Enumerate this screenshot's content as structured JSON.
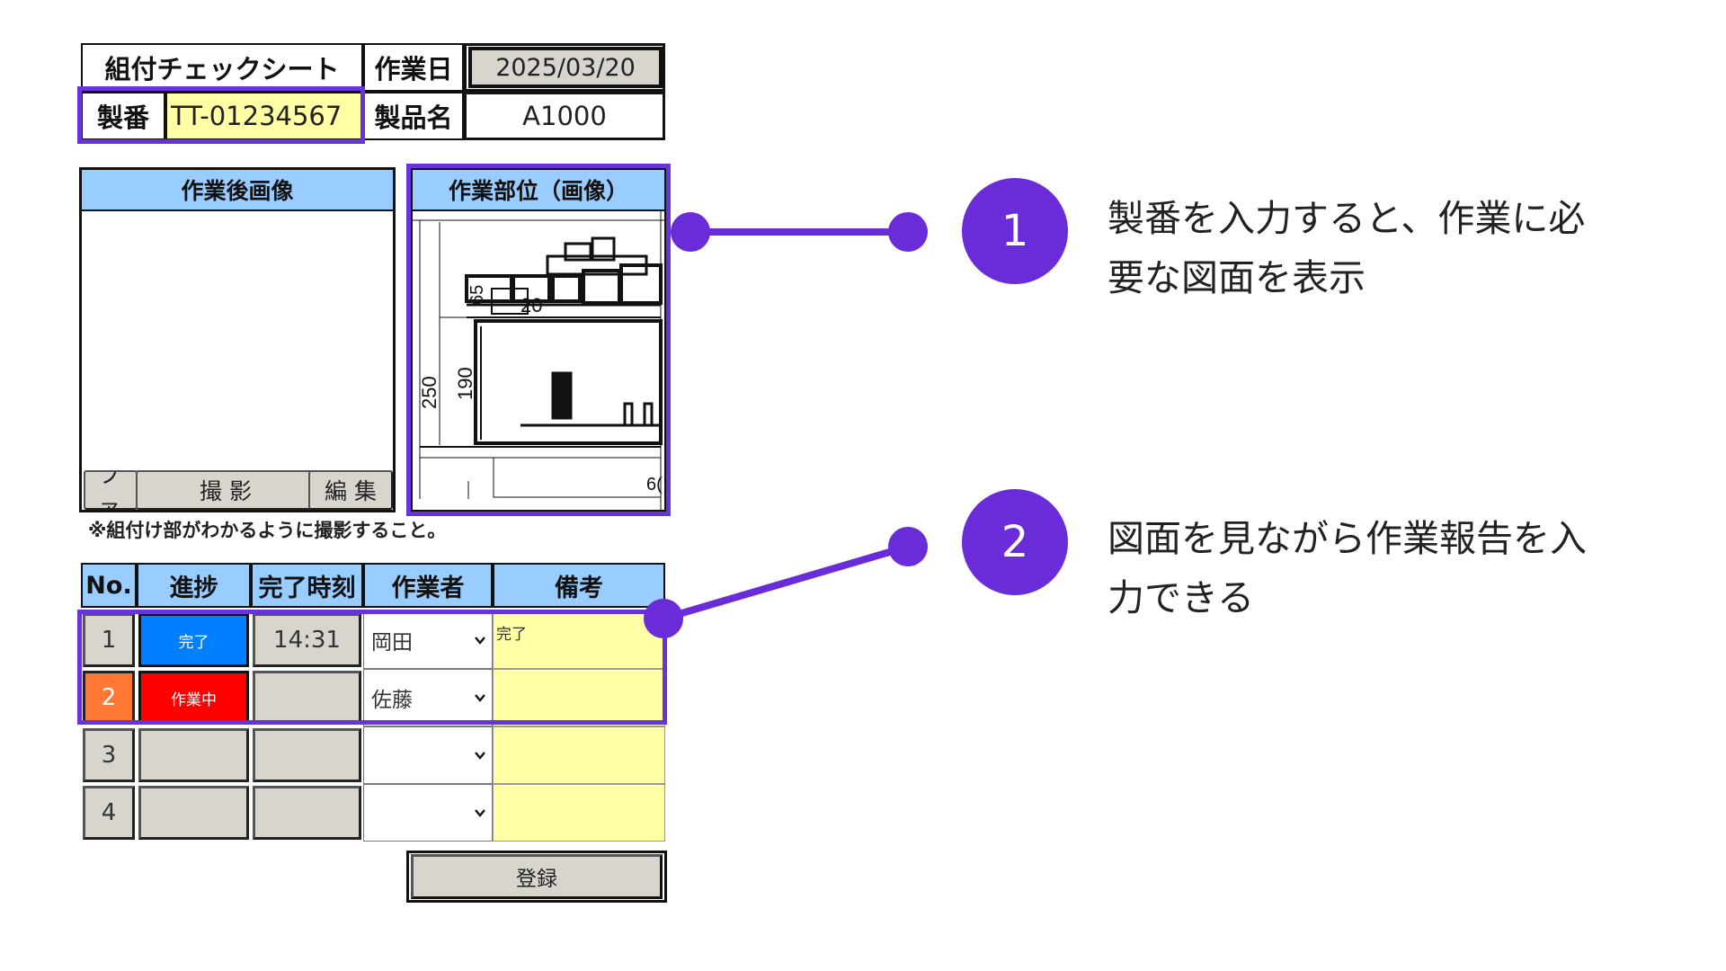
{
  "header": {
    "sheet_title": "組付チェックシート",
    "work_date_label": "作業日",
    "work_date_value": "2025/03/20",
    "serial_label": "製番",
    "serial_value": "TT-01234567",
    "product_label": "製品名",
    "product_value": "A1000"
  },
  "panels": {
    "after_image_title": "作業後画像",
    "file_button_partial": "ファ",
    "capture_button": "撮 影",
    "edit_button": "編 集",
    "work_part_title": "作業部位（画像）",
    "drawing_dims": [
      "65",
      "20",
      "250",
      "190",
      "6("
    ]
  },
  "instruction": "※組付け部がわかるように撮影すること。",
  "grid": {
    "headers": [
      "No.",
      "進捗",
      "完了時刻",
      "作業者",
      "備考"
    ],
    "rows": [
      {
        "no": "1",
        "status": "完了",
        "time": "14:31",
        "worker": "岡田",
        "note": "完了"
      },
      {
        "no": "2",
        "status": "作業中",
        "time": "",
        "worker": "佐藤",
        "note": ""
      },
      {
        "no": "3",
        "status": "",
        "time": "",
        "worker": "",
        "note": ""
      },
      {
        "no": "4",
        "status": "",
        "time": "",
        "worker": "",
        "note": ""
      }
    ]
  },
  "register_button": "登録",
  "callouts": [
    {
      "number": "1",
      "text": "製番を入力すると、作業に必要な図面を表示"
    },
    {
      "number": "2",
      "text": "図面を見ながら作業報告を入力できる"
    }
  ],
  "colors": {
    "accent_purple": "#6a2bd9",
    "header_blue": "#99ccff",
    "input_yellow": "#ffffa6",
    "status_done": "#0080ff",
    "status_working": "#ff0000",
    "active_row_no": "#ff7733"
  }
}
